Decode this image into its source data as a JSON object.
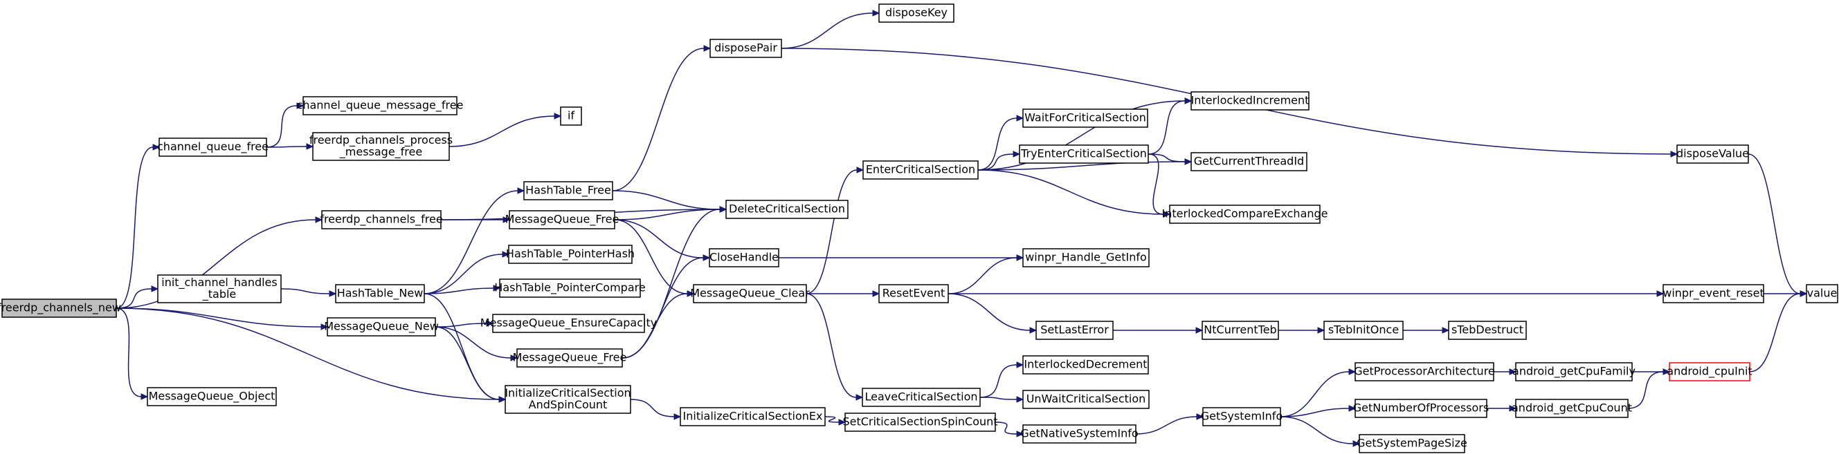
{
  "nodes": [
    {
      "id": "freerdp_channels_new",
      "lines": [
        "freerdp_channels_new"
      ],
      "root": true
    },
    {
      "id": "channel_queue_free",
      "lines": [
        "channel_queue_free"
      ]
    },
    {
      "id": "channel_queue_message_free",
      "lines": [
        "channel_queue_message_free"
      ]
    },
    {
      "id": "freerdp_channels_process_message_free",
      "lines": [
        "freerdp_channels_process",
        "_message_free"
      ]
    },
    {
      "id": "if",
      "lines": [
        "if"
      ]
    },
    {
      "id": "freerdp_channels_free",
      "lines": [
        "freerdp_channels_free"
      ]
    },
    {
      "id": "init_channel_handles_table",
      "lines": [
        "init_channel_handles",
        "_table"
      ]
    },
    {
      "id": "MessageQueue_New",
      "lines": [
        "MessageQueue_New"
      ]
    },
    {
      "id": "MessageQueue_Object",
      "lines": [
        "MessageQueue_Object"
      ]
    },
    {
      "id": "InitializeCriticalSectionAndSpinCount",
      "lines": [
        "InitializeCriticalSection",
        "AndSpinCount"
      ]
    },
    {
      "id": "HashTable_Free",
      "lines": [
        "HashTable_Free"
      ]
    },
    {
      "id": "MessageQueue_Free_a",
      "lines": [
        "MessageQueue_Free"
      ]
    },
    {
      "id": "HashTable_New",
      "lines": [
        "HashTable_New"
      ]
    },
    {
      "id": "HashTable_PointerHash",
      "lines": [
        "HashTable_PointerHash"
      ]
    },
    {
      "id": "HashTable_PointerCompare",
      "lines": [
        "HashTable_PointerCompare"
      ]
    },
    {
      "id": "MessageQueue_EnsureCapacity",
      "lines": [
        "MessageQueue_EnsureCapacity"
      ]
    },
    {
      "id": "MessageQueue_Free_b",
      "lines": [
        "MessageQueue_Free"
      ]
    },
    {
      "id": "disposePair",
      "lines": [
        "disposePair"
      ]
    },
    {
      "id": "disposeKey",
      "lines": [
        "disposeKey"
      ]
    },
    {
      "id": "DeleteCriticalSection",
      "lines": [
        "DeleteCriticalSection"
      ]
    },
    {
      "id": "CloseHandle",
      "lines": [
        "CloseHandle"
      ]
    },
    {
      "id": "MessageQueue_Clear",
      "lines": [
        "MessageQueue_Clear"
      ]
    },
    {
      "id": "InitializeCriticalSectionEx",
      "lines": [
        "InitializeCriticalSectionEx"
      ]
    },
    {
      "id": "EnterCriticalSection",
      "lines": [
        "EnterCriticalSection"
      ]
    },
    {
      "id": "ResetEvent",
      "lines": [
        "ResetEvent"
      ]
    },
    {
      "id": "LeaveCriticalSection",
      "lines": [
        "LeaveCriticalSection"
      ]
    },
    {
      "id": "SetCriticalSectionSpinCount",
      "lines": [
        "SetCriticalSectionSpinCount"
      ]
    },
    {
      "id": "WaitForCriticalSection",
      "lines": [
        "WaitForCriticalSection"
      ]
    },
    {
      "id": "TryEnterCriticalSection",
      "lines": [
        "TryEnterCriticalSection"
      ]
    },
    {
      "id": "InterlockedIncrement",
      "lines": [
        "InterlockedIncrement"
      ]
    },
    {
      "id": "GetCurrentThreadId",
      "lines": [
        "GetCurrentThreadId"
      ]
    },
    {
      "id": "InterlockedCompareExchange",
      "lines": [
        "InterlockedCompareExchange"
      ]
    },
    {
      "id": "winpr_Handle_GetInfo",
      "lines": [
        "winpr_Handle_GetInfo"
      ]
    },
    {
      "id": "SetLastError",
      "lines": [
        "SetLastError"
      ]
    },
    {
      "id": "NtCurrentTeb",
      "lines": [
        "NtCurrentTeb"
      ]
    },
    {
      "id": "sTebInitOnce",
      "lines": [
        "sTebInitOnce"
      ]
    },
    {
      "id": "sTebDestruct",
      "lines": [
        "sTebDestruct"
      ]
    },
    {
      "id": "InterlockedDecrement",
      "lines": [
        "InterlockedDecrement"
      ]
    },
    {
      "id": "UnWaitCriticalSection",
      "lines": [
        "UnWaitCriticalSection"
      ]
    },
    {
      "id": "GetNativeSystemInfo",
      "lines": [
        "GetNativeSystemInfo"
      ]
    },
    {
      "id": "GetSystemInfo",
      "lines": [
        "GetSystemInfo"
      ]
    },
    {
      "id": "GetProcessorArchitecture",
      "lines": [
        "GetProcessorArchitecture"
      ]
    },
    {
      "id": "GetNumberOfProcessors",
      "lines": [
        "GetNumberOfProcessors"
      ]
    },
    {
      "id": "GetSystemPageSize",
      "lines": [
        "GetSystemPageSize"
      ]
    },
    {
      "id": "android_getCpuFamily",
      "lines": [
        "android_getCpuFamily"
      ]
    },
    {
      "id": "android_getCpuCount",
      "lines": [
        "android_getCpuCount"
      ]
    },
    {
      "id": "android_cpuInit",
      "lines": [
        "android_cpuInit"
      ],
      "missing": true
    },
    {
      "id": "disposeValue",
      "lines": [
        "disposeValue"
      ]
    },
    {
      "id": "winpr_event_reset",
      "lines": [
        "winpr_event_reset"
      ]
    },
    {
      "id": "value",
      "lines": [
        "value"
      ]
    }
  ],
  "edges": [
    [
      "freerdp_channels_new",
      "channel_queue_free"
    ],
    [
      "freerdp_channels_new",
      "freerdp_channels_free"
    ],
    [
      "freerdp_channels_new",
      "init_channel_handles_table"
    ],
    [
      "freerdp_channels_new",
      "MessageQueue_New"
    ],
    [
      "freerdp_channels_new",
      "MessageQueue_Object"
    ],
    [
      "freerdp_channels_new",
      "InitializeCriticalSectionAndSpinCount"
    ],
    [
      "channel_queue_free",
      "channel_queue_message_free"
    ],
    [
      "channel_queue_free",
      "freerdp_channels_process_message_free"
    ],
    [
      "freerdp_channels_process_message_free",
      "if"
    ],
    [
      "freerdp_channels_free",
      "DeleteCriticalSection"
    ],
    [
      "freerdp_channels_free",
      "MessageQueue_Free_a"
    ],
    [
      "init_channel_handles_table",
      "HashTable_New"
    ],
    [
      "HashTable_New",
      "HashTable_Free"
    ],
    [
      "HashTable_New",
      "HashTable_PointerHash"
    ],
    [
      "HashTable_New",
      "HashTable_PointerCompare"
    ],
    [
      "HashTable_New",
      "InitializeCriticalSectionAndSpinCount"
    ],
    [
      "HashTable_Free",
      "disposePair"
    ],
    [
      "HashTable_Free",
      "DeleteCriticalSection"
    ],
    [
      "MessageQueue_Free_a",
      "DeleteCriticalSection"
    ],
    [
      "MessageQueue_Free_a",
      "CloseHandle"
    ],
    [
      "MessageQueue_Free_a",
      "MessageQueue_Clear"
    ],
    [
      "MessageQueue_New",
      "MessageQueue_EnsureCapacity"
    ],
    [
      "MessageQueue_New",
      "MessageQueue_Free_b"
    ],
    [
      "MessageQueue_New",
      "InitializeCriticalSectionAndSpinCount"
    ],
    [
      "MessageQueue_Free_b",
      "DeleteCriticalSection"
    ],
    [
      "MessageQueue_Free_b",
      "CloseHandle"
    ],
    [
      "MessageQueue_Free_b",
      "MessageQueue_Clear"
    ],
    [
      "InitializeCriticalSectionAndSpinCount",
      "InitializeCriticalSectionEx"
    ],
    [
      "InitializeCriticalSectionEx",
      "SetCriticalSectionSpinCount"
    ],
    [
      "SetCriticalSectionSpinCount",
      "GetNativeSystemInfo"
    ],
    [
      "GetNativeSystemInfo",
      "GetSystemInfo"
    ],
    [
      "GetSystemInfo",
      "GetProcessorArchitecture"
    ],
    [
      "GetSystemInfo",
      "GetNumberOfProcessors"
    ],
    [
      "GetSystemInfo",
      "GetSystemPageSize"
    ],
    [
      "GetProcessorArchitecture",
      "android_getCpuFamily"
    ],
    [
      "GetNumberOfProcessors",
      "android_getCpuCount"
    ],
    [
      "android_getCpuFamily",
      "android_cpuInit"
    ],
    [
      "android_getCpuCount",
      "android_cpuInit"
    ],
    [
      "android_cpuInit",
      "value"
    ],
    [
      "disposePair",
      "disposeKey"
    ],
    [
      "disposePair",
      "disposeValue"
    ],
    [
      "disposeValue",
      "value"
    ],
    [
      "CloseHandle",
      "winpr_Handle_GetInfo"
    ],
    [
      "MessageQueue_Clear",
      "EnterCriticalSection"
    ],
    [
      "MessageQueue_Clear",
      "ResetEvent"
    ],
    [
      "MessageQueue_Clear",
      "LeaveCriticalSection"
    ],
    [
      "EnterCriticalSection",
      "WaitForCriticalSection"
    ],
    [
      "EnterCriticalSection",
      "TryEnterCriticalSection"
    ],
    [
      "EnterCriticalSection",
      "InterlockedIncrement"
    ],
    [
      "EnterCriticalSection",
      "GetCurrentThreadId"
    ],
    [
      "EnterCriticalSection",
      "InterlockedCompareExchange"
    ],
    [
      "TryEnterCriticalSection",
      "InterlockedIncrement"
    ],
    [
      "TryEnterCriticalSection",
      "GetCurrentThreadId"
    ],
    [
      "TryEnterCriticalSection",
      "InterlockedCompareExchange"
    ],
    [
      "ResetEvent",
      "winpr_Handle_GetInfo"
    ],
    [
      "ResetEvent",
      "SetLastError"
    ],
    [
      "ResetEvent",
      "winpr_event_reset"
    ],
    [
      "winpr_event_reset",
      "value"
    ],
    [
      "SetLastError",
      "NtCurrentTeb"
    ],
    [
      "NtCurrentTeb",
      "sTebInitOnce"
    ],
    [
      "sTebInitOnce",
      "sTebDestruct"
    ],
    [
      "LeaveCriticalSection",
      "InterlockedDecrement"
    ],
    [
      "LeaveCriticalSection",
      "UnWaitCriticalSection"
    ]
  ],
  "colors": {
    "edge": "#191970",
    "root_fill": "#bfbfbf",
    "missing_border": "#ff0000"
  }
}
